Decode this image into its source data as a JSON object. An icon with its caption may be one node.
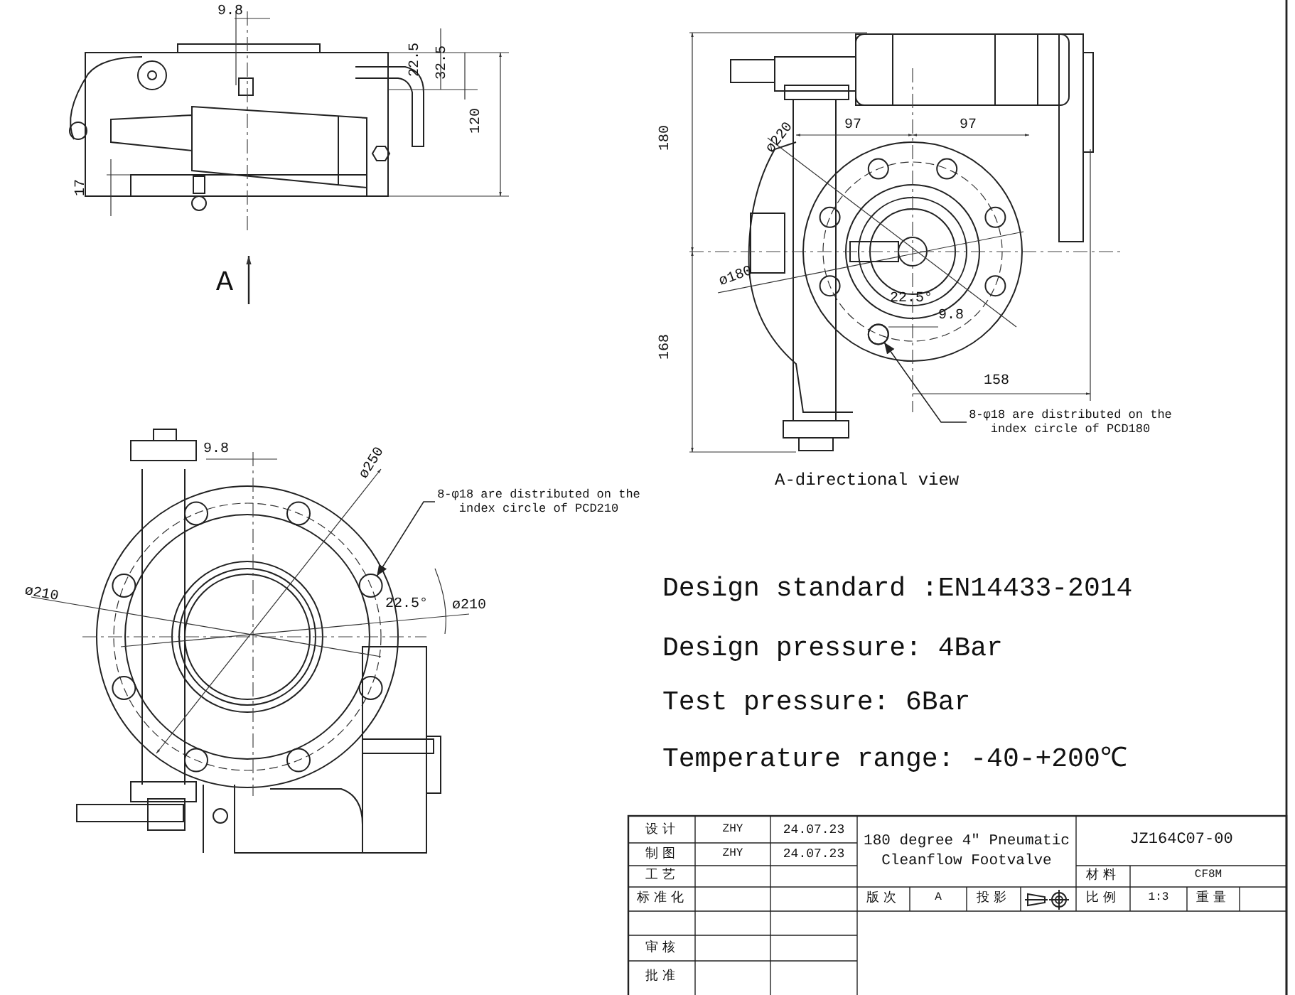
{
  "diagram": {
    "nodes": [
      {
        "text": [
          "8-φ18 are distributed on the index circle of PCD180"
        ]
      },
      {
        "text": [
          "8-φ18 are distributed on the index circle of PCD210"
        ]
      },
      {
        "text": [],
        "shape": "circle"
      },
      {
        "text": [],
        "shape": "circle"
      }
    ],
    "edges": [
      {
        "from": 0,
        "to": 2,
        "arrow": "to"
      },
      {
        "from": 1,
        "to": 3,
        "arrow": "to"
      }
    ],
    "labels": [
      "9.8",
      "22.5",
      "32.5",
      "120",
      "17",
      "A",
      "180",
      "ø220",
      "97",
      "97",
      "ø180",
      "22.5°",
      "9.8",
      "168",
      "158",
      "A-directional view",
      "9.8",
      "ø250",
      "ø210",
      "22.5°",
      "ø210",
      "Design standard :EN14433-2014",
      "Design pressure: 4Bar",
      "Test pressure: 6Bar",
      "Temperature range: -40-+200℃",
      "设计",
      "ZHY",
      "24.07.23",
      "180 degree 4″ Pneumatic Cleanflow Footvalve",
      "JZ164C07-00",
      "制图",
      "ZHY",
      "24.07.23",
      "工艺",
      "材料",
      "CF8M",
      "标准化",
      "版次",
      "A",
      "投影",
      "比例",
      "1:3",
      "重量",
      "审核",
      "批准"
    ]
  }
}
